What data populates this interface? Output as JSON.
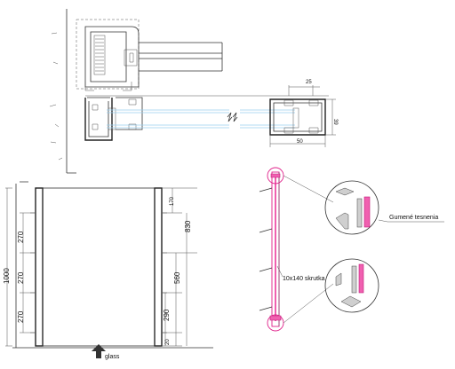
{
  "section_dims": {
    "width": "50",
    "inner": "25",
    "height": "39"
  },
  "elevation": {
    "overall": "1000",
    "spacing": [
      "270",
      "270",
      "270"
    ],
    "top_offset": "170",
    "right_dims": [
      "830",
      "560",
      "290"
    ],
    "bottom_offset": "20",
    "glass_label": "glass"
  },
  "callouts": {
    "screw": "10x140 skrutka",
    "gasket": "Gumené tesnenia"
  }
}
